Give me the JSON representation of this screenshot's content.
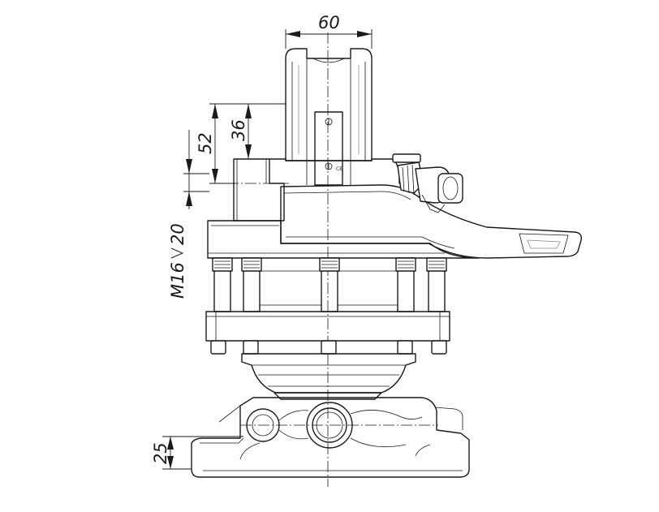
{
  "dimensions": {
    "width_top": "60",
    "height_52": "52",
    "height_36": "36",
    "thread": "M16",
    "thread_depth": "20",
    "base_height": "25"
  }
}
